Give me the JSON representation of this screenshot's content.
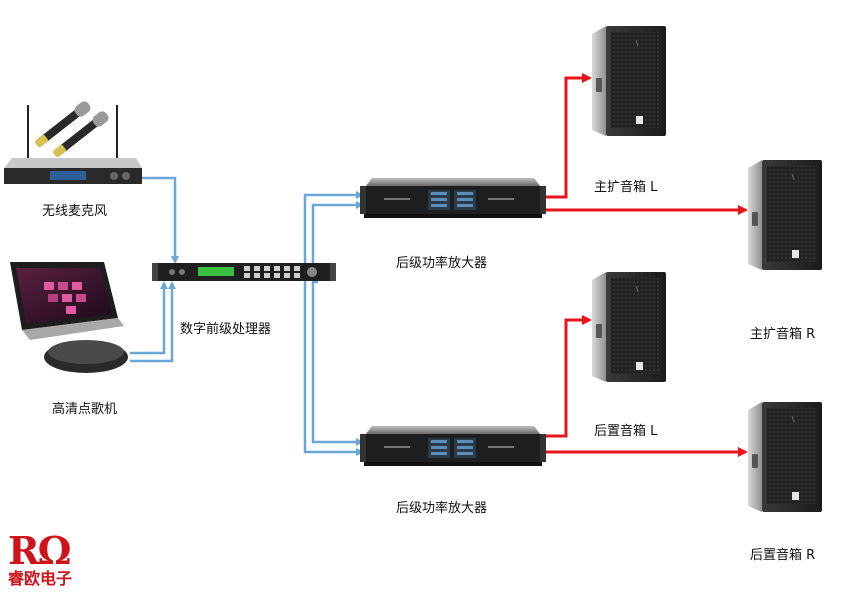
{
  "diagram": {
    "nodes": {
      "mic": {
        "label": "无线麦克风",
        "icon": "wireless-microphone-receiver-icon"
      },
      "jukebox": {
        "label": "高清点歌机",
        "icon": "touchscreen-jukebox-icon"
      },
      "processor": {
        "label": "数字前级处理器",
        "icon": "digital-processor-icon"
      },
      "amp1": {
        "label": "后级功率放大器",
        "icon": "power-amplifier-icon"
      },
      "amp2": {
        "label": "后级功率放大器",
        "icon": "power-amplifier-icon"
      },
      "spk_main_l": {
        "label": "主扩音箱 L",
        "icon": "speaker-icon"
      },
      "spk_main_r": {
        "label": "主扩音箱 R",
        "icon": "speaker-icon"
      },
      "spk_rear_l": {
        "label": "后置音箱 L",
        "icon": "speaker-icon"
      },
      "spk_rear_r": {
        "label": "后置音箱 R",
        "icon": "speaker-icon"
      }
    },
    "edges": [
      {
        "from": "mic",
        "to": "processor",
        "type": "audio-line"
      },
      {
        "from": "jukebox",
        "to": "processor",
        "type": "audio-line"
      },
      {
        "from": "processor",
        "to": "amp1",
        "type": "audio-line"
      },
      {
        "from": "processor",
        "to": "amp2",
        "type": "audio-line"
      },
      {
        "from": "amp1",
        "to": "spk_main_l",
        "type": "speaker-cable"
      },
      {
        "from": "amp1",
        "to": "spk_main_r",
        "type": "speaker-cable"
      },
      {
        "from": "amp2",
        "to": "spk_rear_l",
        "type": "speaker-cable"
      },
      {
        "from": "amp2",
        "to": "spk_rear_r",
        "type": "speaker-cable"
      }
    ]
  },
  "colors": {
    "audio_line": "#6aa7d8",
    "speaker_cable": "#e8141c",
    "logo": "#d0121b"
  },
  "logo": {
    "mark": "RΩ",
    "text": "睿欧电子"
  }
}
